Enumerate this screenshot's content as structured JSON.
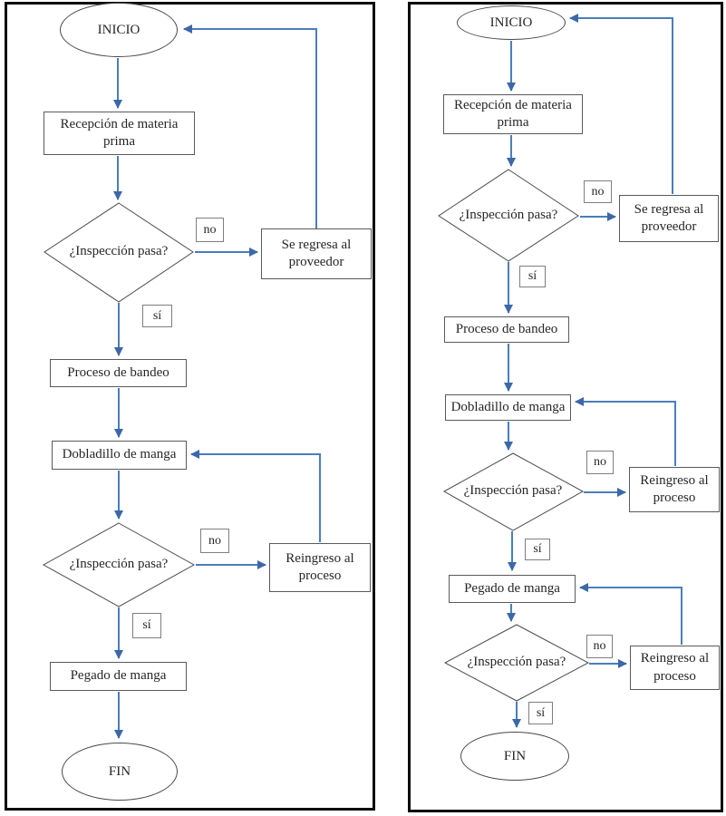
{
  "palette": {
    "connector_blue": "#4a7ebb",
    "arrowhead_blue": "#3c68a8",
    "shape_border_gray": "#5a5a5a",
    "panel_border_black": "#0d0d0d",
    "text_color": "#262626"
  },
  "left_chart": {
    "inicio": "INICIO",
    "recepcion": "Recepción de materia prima",
    "inspeccion1": "¿Inspección pasa?",
    "no1": "no",
    "regresa": "Se regresa al proveedor",
    "si1": "sí",
    "bandeo": "Proceso de bandeo",
    "dobladillo": "Dobladillo de manga",
    "inspeccion2": "¿Inspección pasa?",
    "no2": "no",
    "reingreso1": "Reingreso al proceso",
    "si2": "sí",
    "pegado": "Pegado de manga",
    "fin": "FIN"
  },
  "right_chart": {
    "inicio": "INICIO",
    "recepcion": "Recepción de materia prima",
    "inspeccion1": "¿Inspección pasa?",
    "no1": "no",
    "regresa": "Se regresa al proveedor",
    "si1": "sí",
    "bandeo": "Proceso de bandeo",
    "dobladillo": "Dobladillo de manga",
    "inspeccion2": "¿Inspección pasa?",
    "no2": "no",
    "reingreso1": "Reingreso al proceso",
    "si2": "sí",
    "pegado": "Pegado de manga",
    "inspeccion3": "¿Inspección pasa?",
    "no3": "no",
    "reingreso2": "Reingreso al proceso",
    "si3": "sí",
    "fin": "FIN"
  }
}
